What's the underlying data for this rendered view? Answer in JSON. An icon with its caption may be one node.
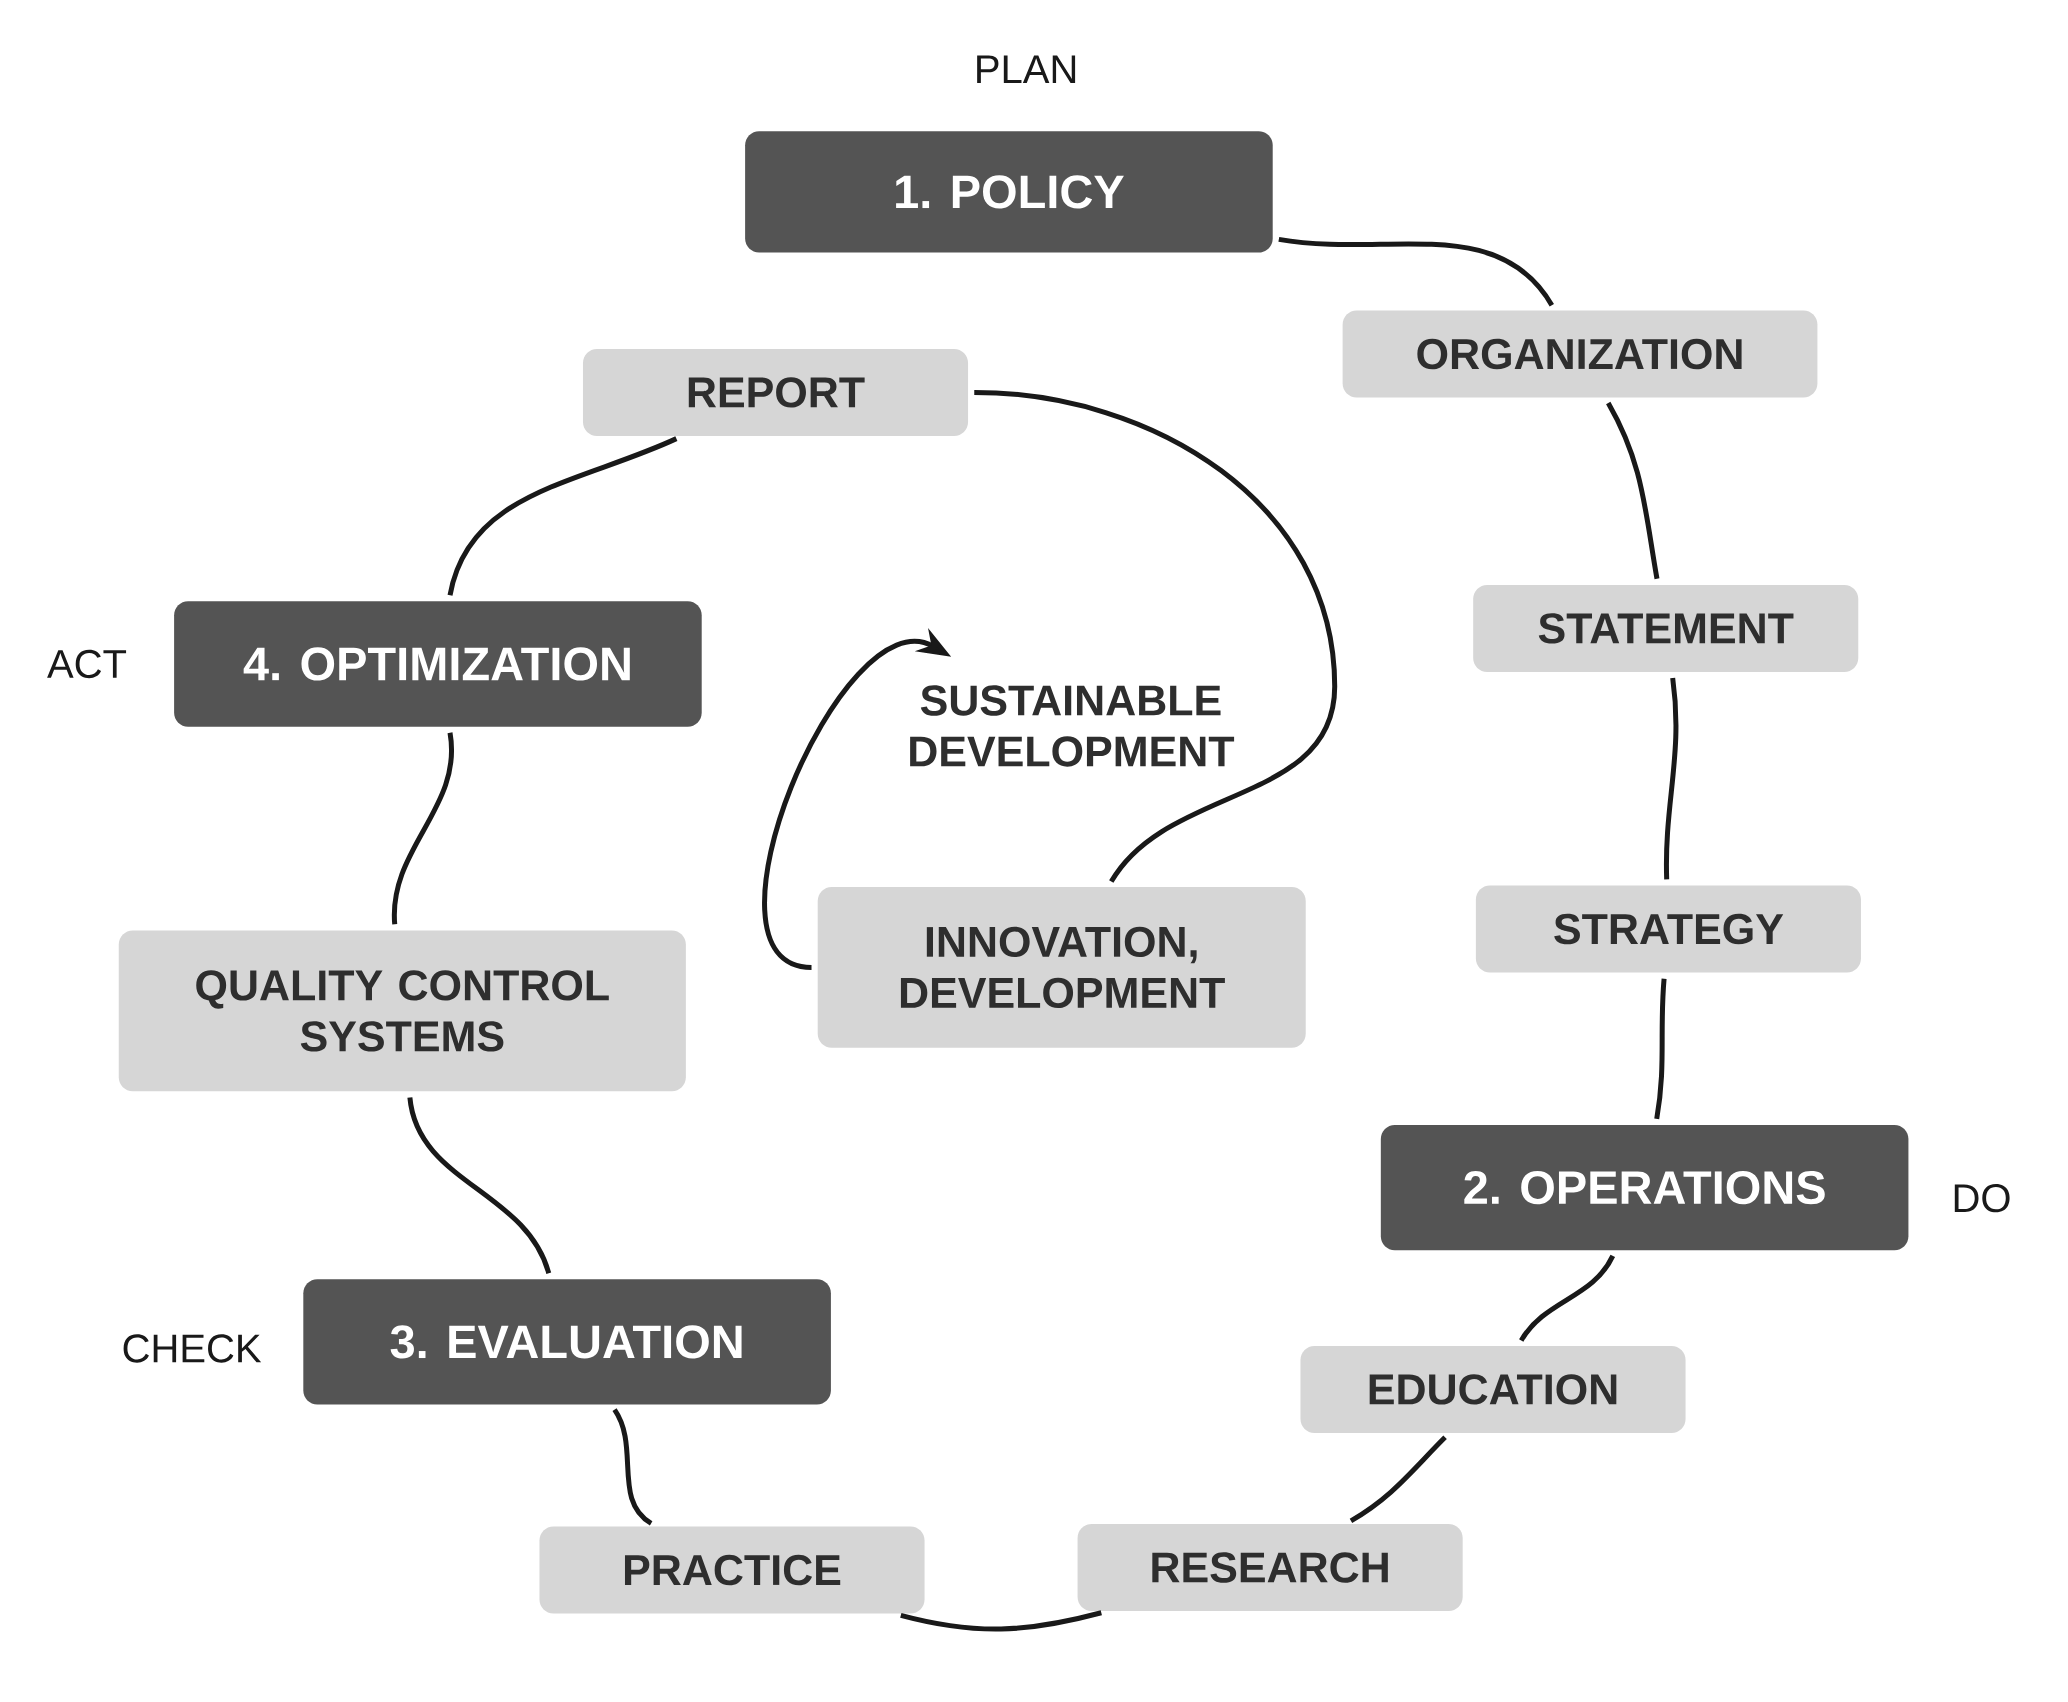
{
  "diagram": {
    "nodes": [
      {
        "text": [
          "1. POLICY"
        ],
        "beside": [
          "PLAN"
        ]
      },
      {
        "text": [
          "ORGANIZATION"
        ]
      },
      {
        "text": [
          "STATEMENT"
        ]
      },
      {
        "text": [
          "STRATEGY"
        ]
      },
      {
        "text": [
          "2. OPERATIONS"
        ],
        "beside": [
          "DO"
        ]
      },
      {
        "text": [
          "EDUCATION"
        ]
      },
      {
        "text": [
          "RESEARCH"
        ]
      },
      {
        "text": [
          "PRACTICE"
        ]
      },
      {
        "text": [
          "3. EVALUATION"
        ],
        "beside": [
          "CHECK"
        ]
      },
      {
        "text": [
          "QUALITY CONTROL SYSTEMS"
        ]
      },
      {
        "text": [
          "4. OPTIMIZATION"
        ],
        "beside": [
          "ACT"
        ]
      },
      {
        "text": [
          "REPORT"
        ]
      },
      {
        "text": [
          "INNOVATION, DEVELOPMENT"
        ]
      },
      {
        "text": [
          "SUSTAINABLE DEVELOPMENT"
        ]
      }
    ],
    "edges": [
      {
        "from": 0,
        "to": 1,
        "arrow": "none"
      },
      {
        "from": 1,
        "to": 2,
        "arrow": "none"
      },
      {
        "from": 2,
        "to": 3,
        "arrow": "none"
      },
      {
        "from": 3,
        "to": 4,
        "arrow": "none"
      },
      {
        "from": 4,
        "to": 5,
        "arrow": "none"
      },
      {
        "from": 5,
        "to": 6,
        "arrow": "none"
      },
      {
        "from": 6,
        "to": 7,
        "arrow": "none"
      },
      {
        "from": 7,
        "to": 8,
        "arrow": "none"
      },
      {
        "from": 8,
        "to": 9,
        "arrow": "none"
      },
      {
        "from": 9,
        "to": 10,
        "arrow": "none"
      },
      {
        "from": 10,
        "to": 11,
        "arrow": "none"
      },
      {
        "from": 11,
        "to": 12,
        "arrow": "none"
      },
      {
        "from": 12,
        "to": 13,
        "arrow": "to"
      }
    ]
  }
}
